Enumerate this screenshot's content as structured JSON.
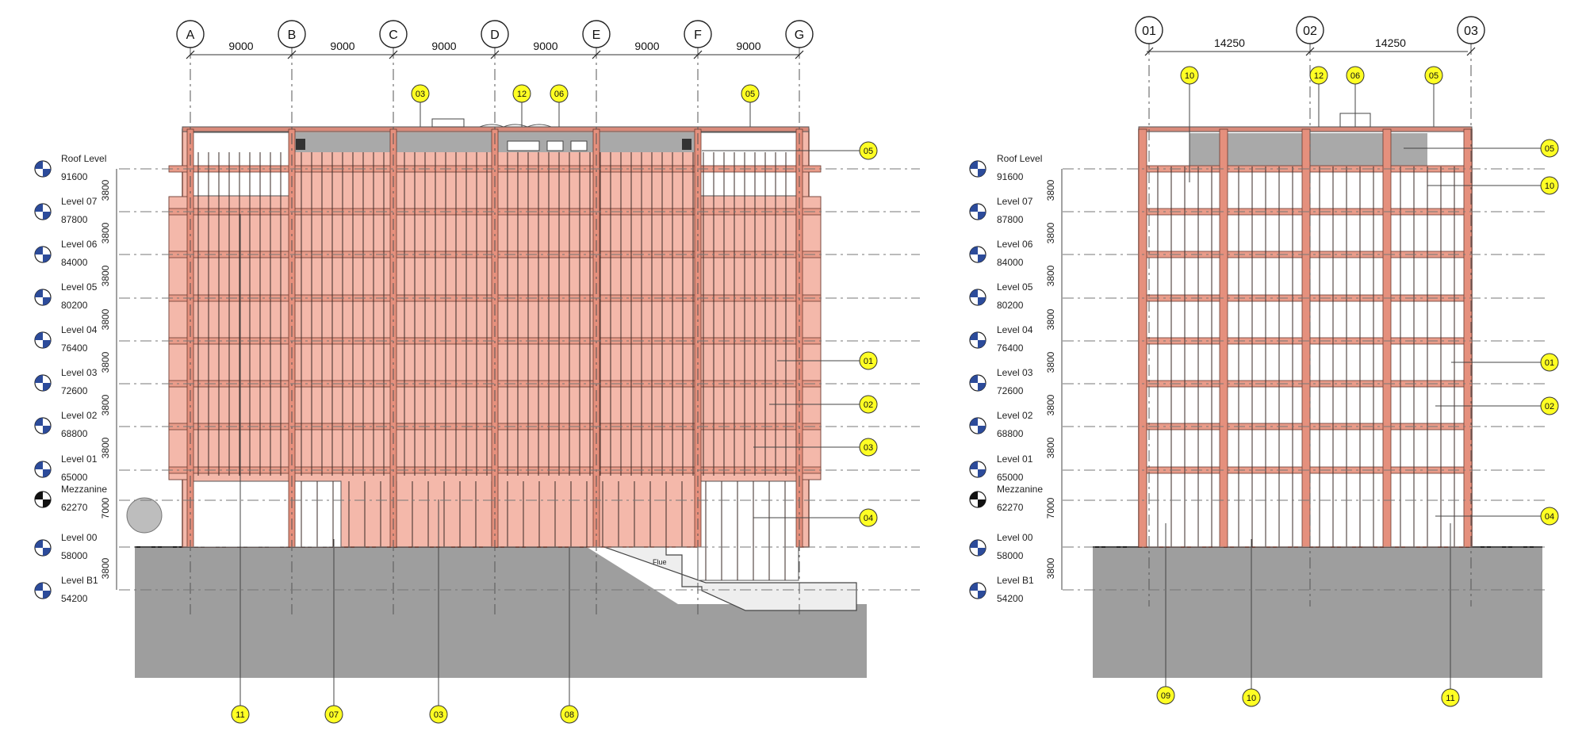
{
  "colors": {
    "facade": "#f4b8aa",
    "facade_dark": "#e99c8a",
    "structure": "#c97a6a",
    "ground": "#9e9e9e",
    "roof_gray": "#a9a9a9",
    "tag_fill": "#ffff24",
    "line": "#2b2b2b",
    "level_blue": "#2c4b9a"
  },
  "left_elevation": {
    "grids": [
      "A",
      "B",
      "C",
      "D",
      "E",
      "F",
      "G"
    ],
    "spans": [
      "9000",
      "9000",
      "9000",
      "9000",
      "9000",
      "9000"
    ],
    "top_tags": [
      "03",
      "12",
      "06",
      "05"
    ],
    "right_tags": [
      "05",
      "01",
      "02",
      "03",
      "04"
    ],
    "bottom_tags": [
      "11",
      "07",
      "03",
      "08"
    ],
    "flue_label": "Flue"
  },
  "right_elevation": {
    "grids": [
      "01",
      "02",
      "03"
    ],
    "spans": [
      "14250",
      "14250"
    ],
    "top_tags": [
      "10",
      "12",
      "06",
      "05"
    ],
    "right_tags": [
      "05",
      "10",
      "01",
      "02",
      "04"
    ],
    "bottom_tags": [
      "09",
      "10",
      "11"
    ]
  },
  "levels": [
    {
      "name": "Roof Level",
      "elevation": "91600",
      "height": "3800"
    },
    {
      "name": "Level 07",
      "elevation": "87800",
      "height": "3800"
    },
    {
      "name": "Level 06",
      "elevation": "84000",
      "height": "3800"
    },
    {
      "name": "Level 05",
      "elevation": "80200",
      "height": "3800"
    },
    {
      "name": "Level 04",
      "elevation": "76400",
      "height": "3800"
    },
    {
      "name": "Level 03",
      "elevation": "72600",
      "height": "3800"
    },
    {
      "name": "Level 02",
      "elevation": "68800",
      "height": "3800"
    },
    {
      "name": "Level 01",
      "elevation": "65000",
      "height": "7000"
    },
    {
      "name": "Mezzanine",
      "elevation": "62270",
      "height": ""
    },
    {
      "name": "Level 00",
      "elevation": "58000",
      "height": "3800"
    },
    {
      "name": "Level B1",
      "elevation": "54200",
      "height": ""
    }
  ]
}
